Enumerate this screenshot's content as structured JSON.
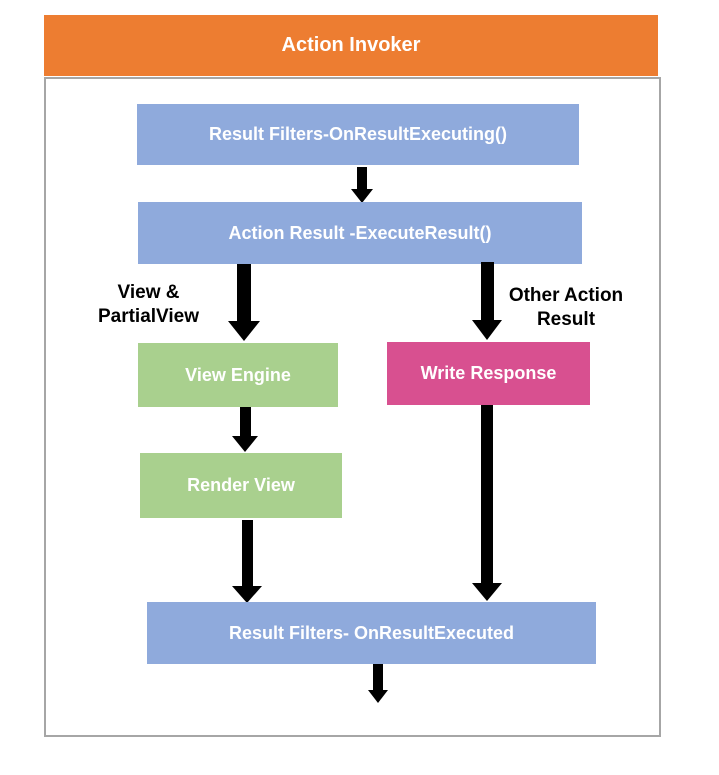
{
  "diagram": {
    "title": "Action Invoker",
    "nodes": {
      "result_filters_executing": {
        "label": "Result Filters-OnResultExecuting()",
        "color": "#8FAADC"
      },
      "action_result": {
        "label": "Action Result -ExecuteResult()",
        "color": "#8FAADC"
      },
      "view_engine": {
        "label": "View Engine",
        "color": "#A9D08E"
      },
      "write_response": {
        "label": "Write Response",
        "color": "#D85090"
      },
      "render_view": {
        "label": "Render View",
        "color": "#A9D08E"
      },
      "result_filters_executed": {
        "label": "Result Filters- OnResultExecuted",
        "color": "#8FAADC"
      }
    },
    "branch_labels": {
      "left": {
        "line1": "View &",
        "line2": "PartialView"
      },
      "right": {
        "line1": "Other Action",
        "line2": "Result"
      }
    },
    "edges": [
      {
        "from": "result_filters_executing",
        "to": "action_result"
      },
      {
        "from": "action_result",
        "to": "view_engine",
        "label": "View & PartialView"
      },
      {
        "from": "action_result",
        "to": "write_response",
        "label": "Other Action Result"
      },
      {
        "from": "view_engine",
        "to": "render_view"
      },
      {
        "from": "render_view",
        "to": "result_filters_executed"
      },
      {
        "from": "write_response",
        "to": "result_filters_executed"
      },
      {
        "from": "result_filters_executed",
        "to": "exit"
      }
    ],
    "colors": {
      "header_bg": "#ED7D31",
      "blue_node": "#8FAADC",
      "green_node": "#A9D08E",
      "pink_node": "#D85090",
      "arrow": "#000000",
      "container_border": "#A6A6A6",
      "node_text": "#FFFFFF",
      "label_text": "#000000"
    }
  }
}
